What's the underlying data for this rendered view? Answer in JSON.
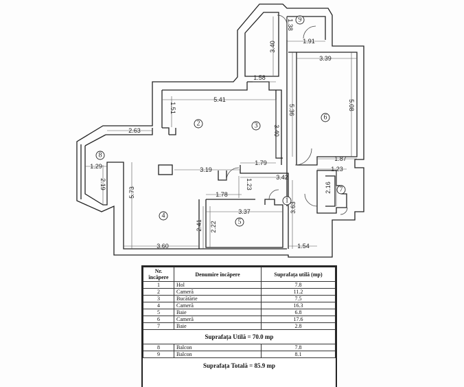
{
  "rooms": [
    {
      "nr": "1",
      "name": "Hol",
      "area": "7.8"
    },
    {
      "nr": "2",
      "name": "Cameră",
      "area": "11.2"
    },
    {
      "nr": "3",
      "name": "Bucătărie",
      "area": "7.5"
    },
    {
      "nr": "4",
      "name": "Cameră",
      "area": "16.3"
    },
    {
      "nr": "5",
      "name": "Baie",
      "area": "6.8"
    },
    {
      "nr": "6",
      "name": "Cameră",
      "area": "17.6"
    },
    {
      "nr": "7",
      "name": "Baie",
      "area": "2.8"
    }
  ],
  "balconies": [
    {
      "nr": "8",
      "name": "Balcon",
      "area": "7.8"
    },
    {
      "nr": "9",
      "name": "Balcon",
      "area": "8.1"
    }
  ],
  "table_header": {
    "nr": "Nr. încăpere",
    "name": "Denumire încăpere",
    "area": "Suprafața utilă (mp)"
  },
  "summary": {
    "useful": "Suprafața Utilă = 70.0 mp",
    "total": "Suprafața Totală = 85.9 mp"
  },
  "dimensions": {
    "d1": "5.41",
    "d2": "1.51",
    "d3": "1.58",
    "d4": "3.40",
    "d5": "5.36",
    "d6": "3.39",
    "d7": "5.08",
    "d8": "1.91",
    "d9": "1.38",
    "d10": "2.63",
    "d11": "1.29",
    "d12": "2.19",
    "d13": "5.73",
    "d14": "3.19",
    "d15": "1.79",
    "d16": "3.40",
    "d17": "1.87",
    "d18": "1.23",
    "d19": "3.42",
    "d20": "2.16",
    "d21": "1.78",
    "d22": "1.23",
    "d23": "3.37",
    "d24": "3.63",
    "d25": "2.41",
    "d26": "2.22",
    "d27": "3.60",
    "d28": "1.54"
  }
}
